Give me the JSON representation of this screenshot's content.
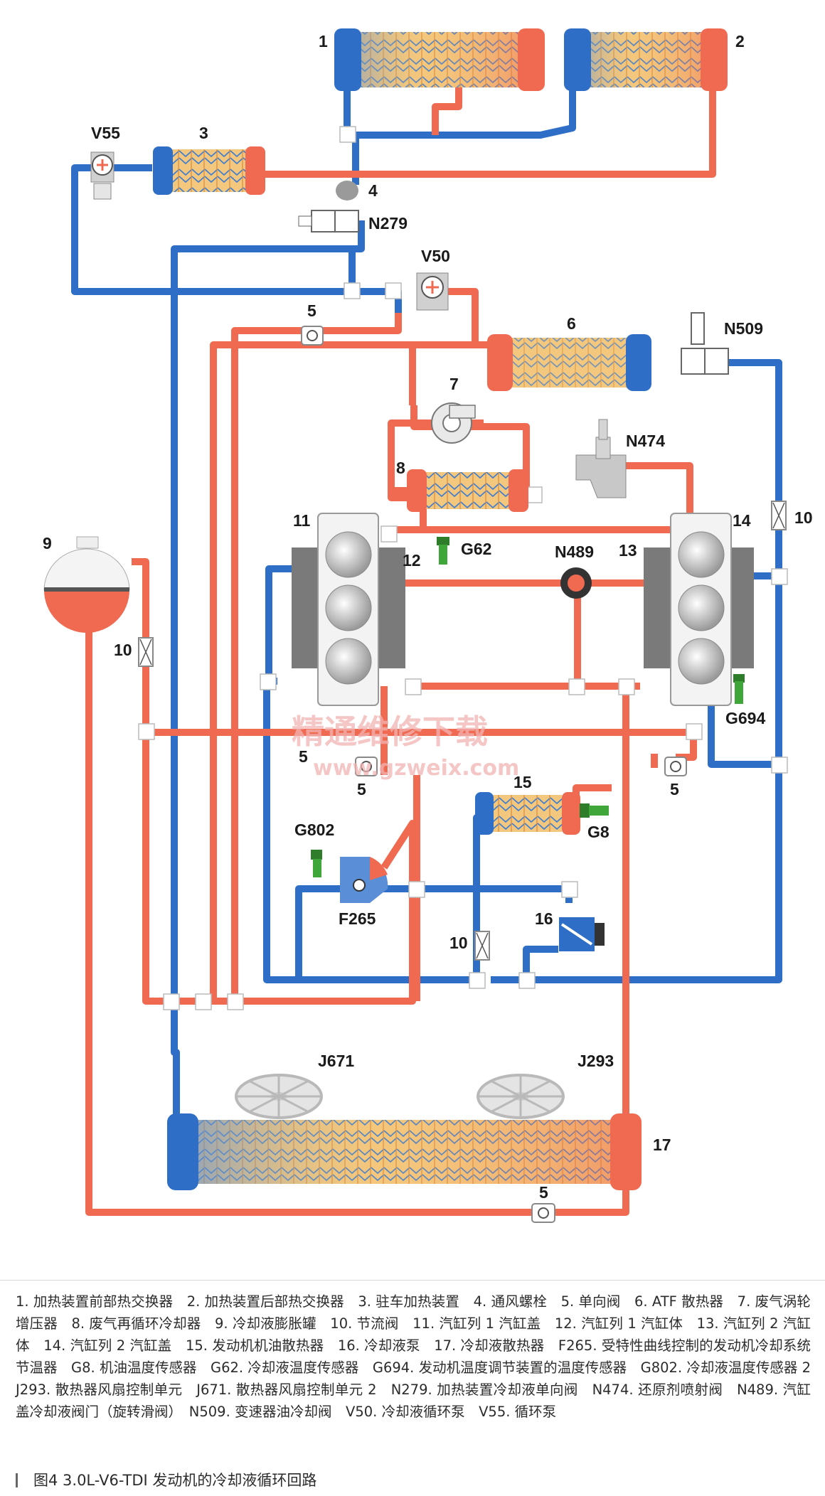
{
  "labels": {
    "c1": "1",
    "c2": "2",
    "c3": "3",
    "c4": "4",
    "c5a": "5",
    "c5b": "5",
    "c5c": "5",
    "c5d": "5",
    "c5e": "5",
    "c6": "6",
    "c7": "7",
    "c8": "8",
    "c9": "9",
    "c10a": "10",
    "c10b": "10",
    "c10c": "10",
    "c11": "11",
    "c12": "12",
    "c13": "13",
    "c14": "14",
    "c15": "15",
    "c16": "16",
    "c17": "17",
    "v55": "V55",
    "v50": "V50",
    "n279": "N279",
    "n509": "N509",
    "n474": "N474",
    "n489": "N489",
    "g62": "G62",
    "g694": "G694",
    "g802": "G802",
    "g8": "G8",
    "f265": "F265",
    "j671": "J671",
    "j293": "J293"
  },
  "watermark": {
    "line1": "精通维修下载",
    "line2": "www.gzweix.com"
  },
  "legend_items": [
    "1. 加热装置前部热交换器",
    "2. 加热装置后部热交换器",
    "3. 驻车加热装置",
    "4. 通风螺栓",
    "5. 单向阀",
    "6. ATF 散热器",
    "7. 废气涡轮增压器",
    "8. 废气再循环冷却器",
    "9. 冷却液膨胀罐",
    "10. 节流阀",
    "11. 汽缸列 1 汽缸盖",
    "12. 汽缸列 1 汽缸体",
    "13. 汽缸列 2 汽缸体",
    "14. 汽缸列 2 汽缸盖",
    "15. 发动机机油散热器",
    "16. 冷却液泵",
    "17. 冷却液散热器",
    "F265. 受特性曲线控制的发动机冷却系统节温器",
    "G8. 机油温度传感器",
    "G62. 冷却液温度传感器",
    "G694. 发动机温度调节装置的温度传感器",
    "G802. 冷却液温度传感器 2",
    "J293. 散热器风扇控制单元",
    "J671. 散热器风扇控制单元 2",
    "N279. 加热装置冷却液单向阀",
    "N474. 还原剂喷射阀",
    "N489. 汽缸盖冷却液阀门（旋转滑阀）",
    "N509. 变速器油冷却阀",
    "V50. 冷却液循环泵",
    "V55. 循环泵"
  ],
  "caption": "图4 3.0L-V6-TDI 发动机的冷却液循环回路",
  "colors": {
    "hot": "#ef6a50",
    "cold": "#2f6ec6",
    "engine": "#7a7a7a",
    "sensor": "#3fa63a"
  }
}
